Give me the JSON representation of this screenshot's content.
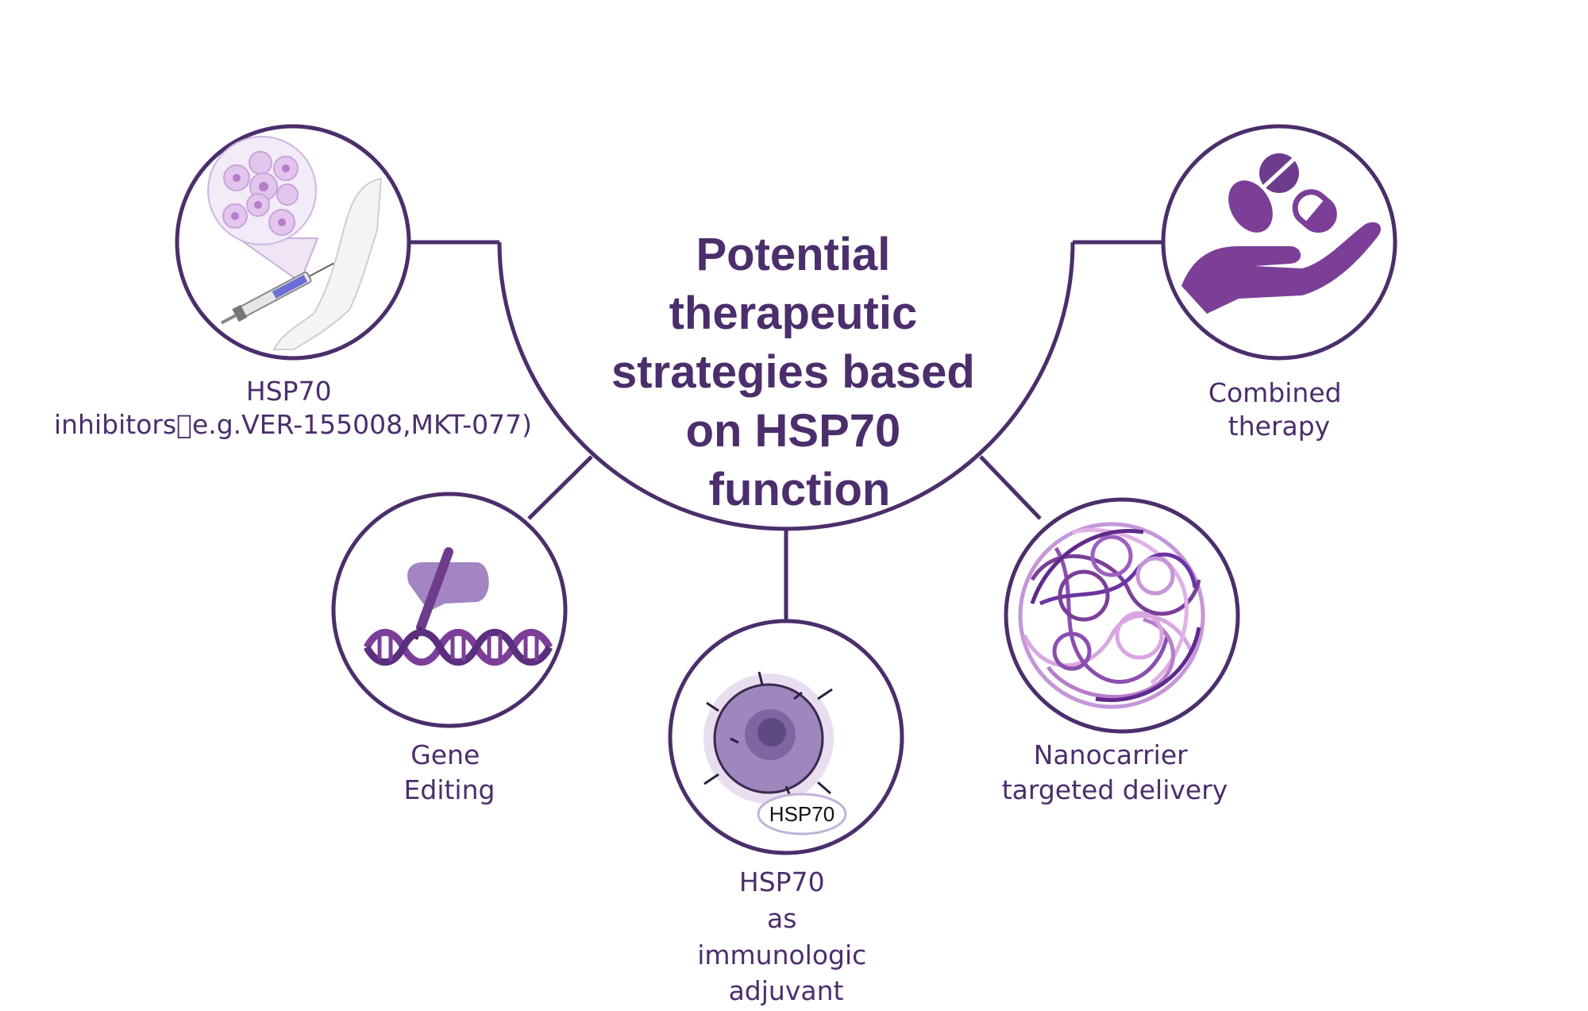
{
  "title": {
    "lines": [
      "Potential",
      "therapeutic",
      "strategies based",
      "on HSP70",
      "function"
    ]
  },
  "nodes": {
    "inhibitors": {
      "lines": [
        "HSP70",
        "inhibitors\u0000e.g.VER-155008,MKT-077)"
      ],
      "icon": "injection-arm-cells-icon"
    },
    "combined": {
      "lines": [
        "Combined",
        "therapy"
      ],
      "icon": "hand-pills-icon"
    },
    "gene": {
      "lines": [
        "Gene",
        "Editing"
      ],
      "icon": "hand-pen-dna-icon"
    },
    "immunologic": {
      "lines": [
        "HSP70",
        "as",
        "immunologic",
        "adjuvant"
      ],
      "icon": "tumor-cell-icon",
      "badge": "HSP70"
    },
    "nanocarrier": {
      "lines": [
        "Nanocarrier",
        "targeted delivery"
      ],
      "icon": "polymer-nanoparticle-icon"
    }
  },
  "colors": {
    "line": "#4b2e6b",
    "accent": "#7b3f98",
    "light": "#d9b8e8"
  }
}
